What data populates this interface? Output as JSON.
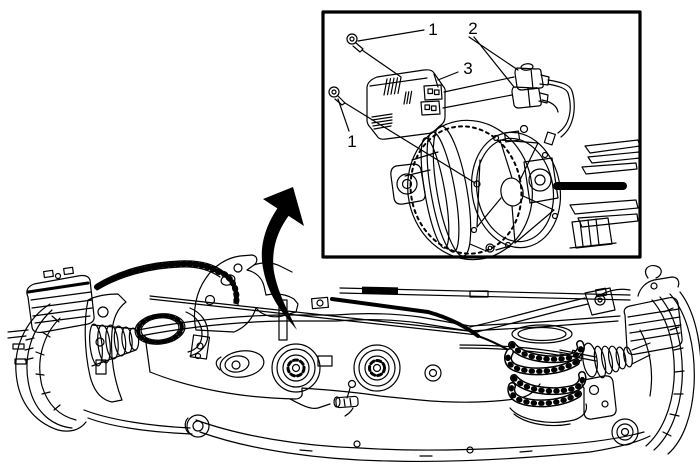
{
  "figure": {
    "background": "#ffffff",
    "ink": "#000000",
    "callouts": [
      {
        "label": "1"
      },
      {
        "label": "2"
      },
      {
        "label": "3"
      },
      {
        "label": "1"
      }
    ]
  }
}
